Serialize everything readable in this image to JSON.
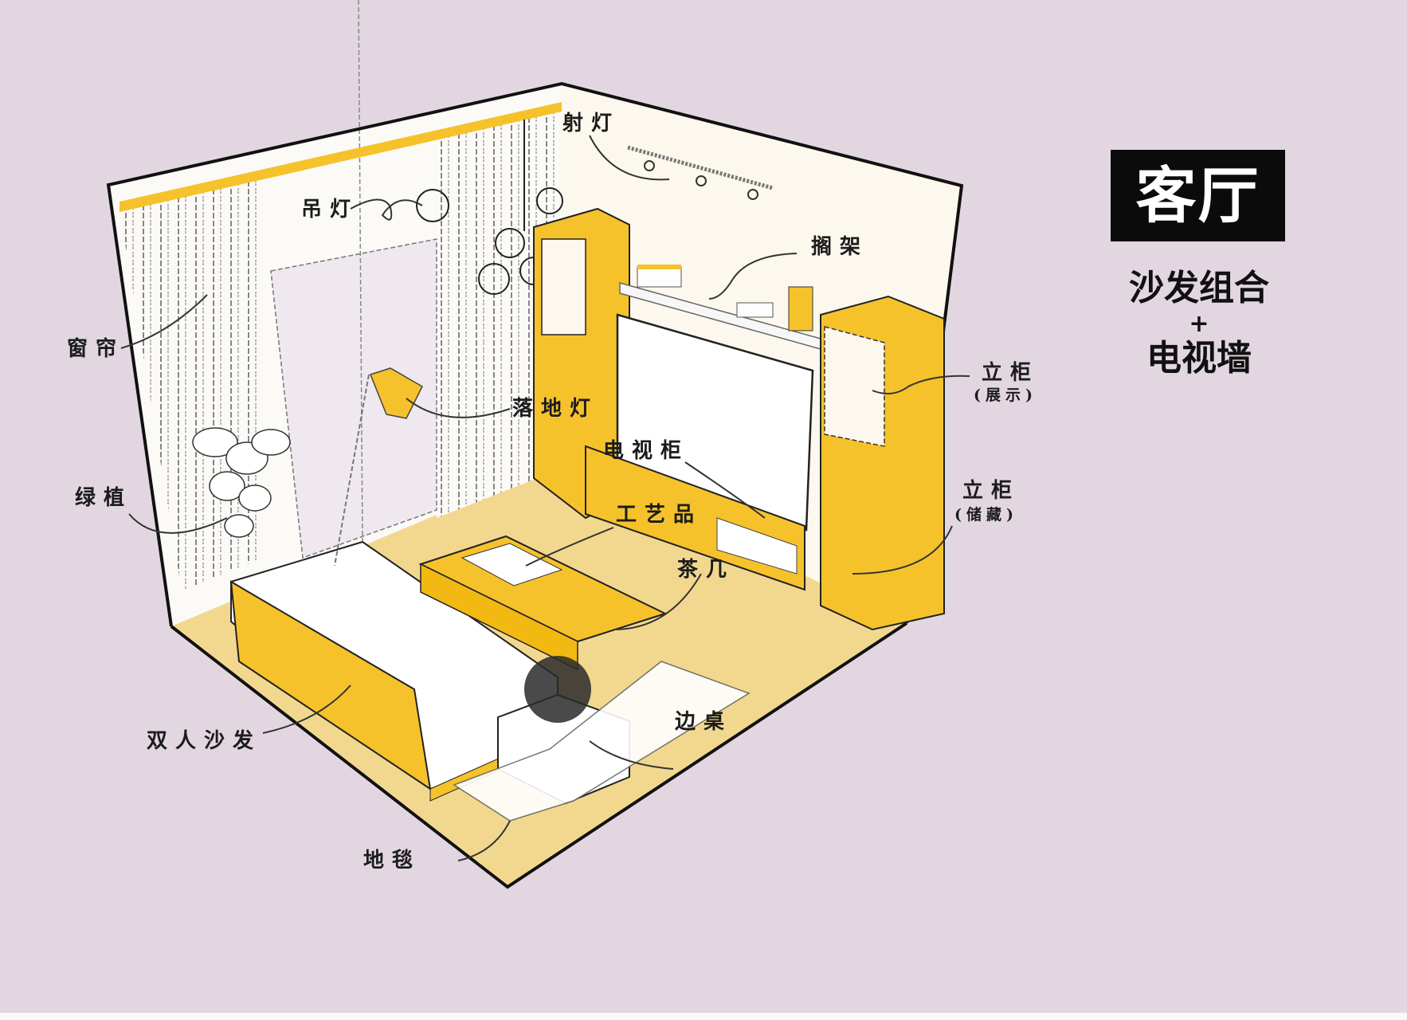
{
  "title": {
    "main": "客厅",
    "subtitle_line1": "沙发组合",
    "subtitle_plus": "+",
    "subtitle_line2": "电视墙"
  },
  "labels": {
    "spotlight": "射灯",
    "pendant_light": "吊灯",
    "shelf": "搁架",
    "curtain": "窗帘",
    "floor_lamp": "落地灯",
    "display_cabinet": "立柜",
    "display_cabinet_note": "(展示)",
    "tv_cabinet": "电视柜",
    "plant": "绿植",
    "crafts": "工艺品",
    "storage_cabinet": "立柜",
    "storage_cabinet_note": "(储藏)",
    "coffee_table": "茶几",
    "loveseat": "双人沙发",
    "side_table": "边桌",
    "rug": "地毯"
  },
  "colors": {
    "background": "#e2d7e1",
    "wall": "#fdf8ee",
    "floor": "#f2d88f",
    "accent_yellow": "#f6c22b",
    "outline": "#111111",
    "title_box": "#0b0b0b"
  }
}
